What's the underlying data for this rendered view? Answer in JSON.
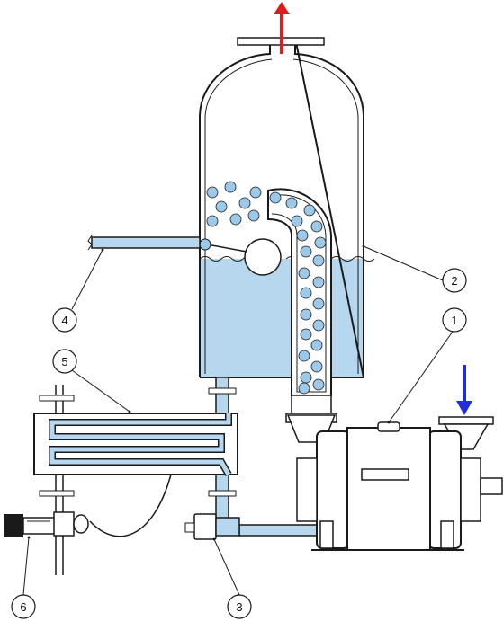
{
  "colors": {
    "line": "#1a1a1a",
    "water": "#b7d7ee",
    "bubble": "#9cc9ea",
    "outlet_arrow": "#e11b1b",
    "inlet_arrow": "#1f2fd6",
    "background": "#ffffff"
  },
  "callouts": [
    {
      "id": "callout-1",
      "label": "1"
    },
    {
      "id": "callout-2",
      "label": "2"
    },
    {
      "id": "callout-3",
      "label": "3"
    },
    {
      "id": "callout-4",
      "label": "4"
    },
    {
      "id": "callout-5",
      "label": "5"
    },
    {
      "id": "callout-6",
      "label": "6"
    }
  ],
  "icons": {
    "outlet": "up-arrow-icon",
    "inlet": "down-arrow-icon"
  }
}
